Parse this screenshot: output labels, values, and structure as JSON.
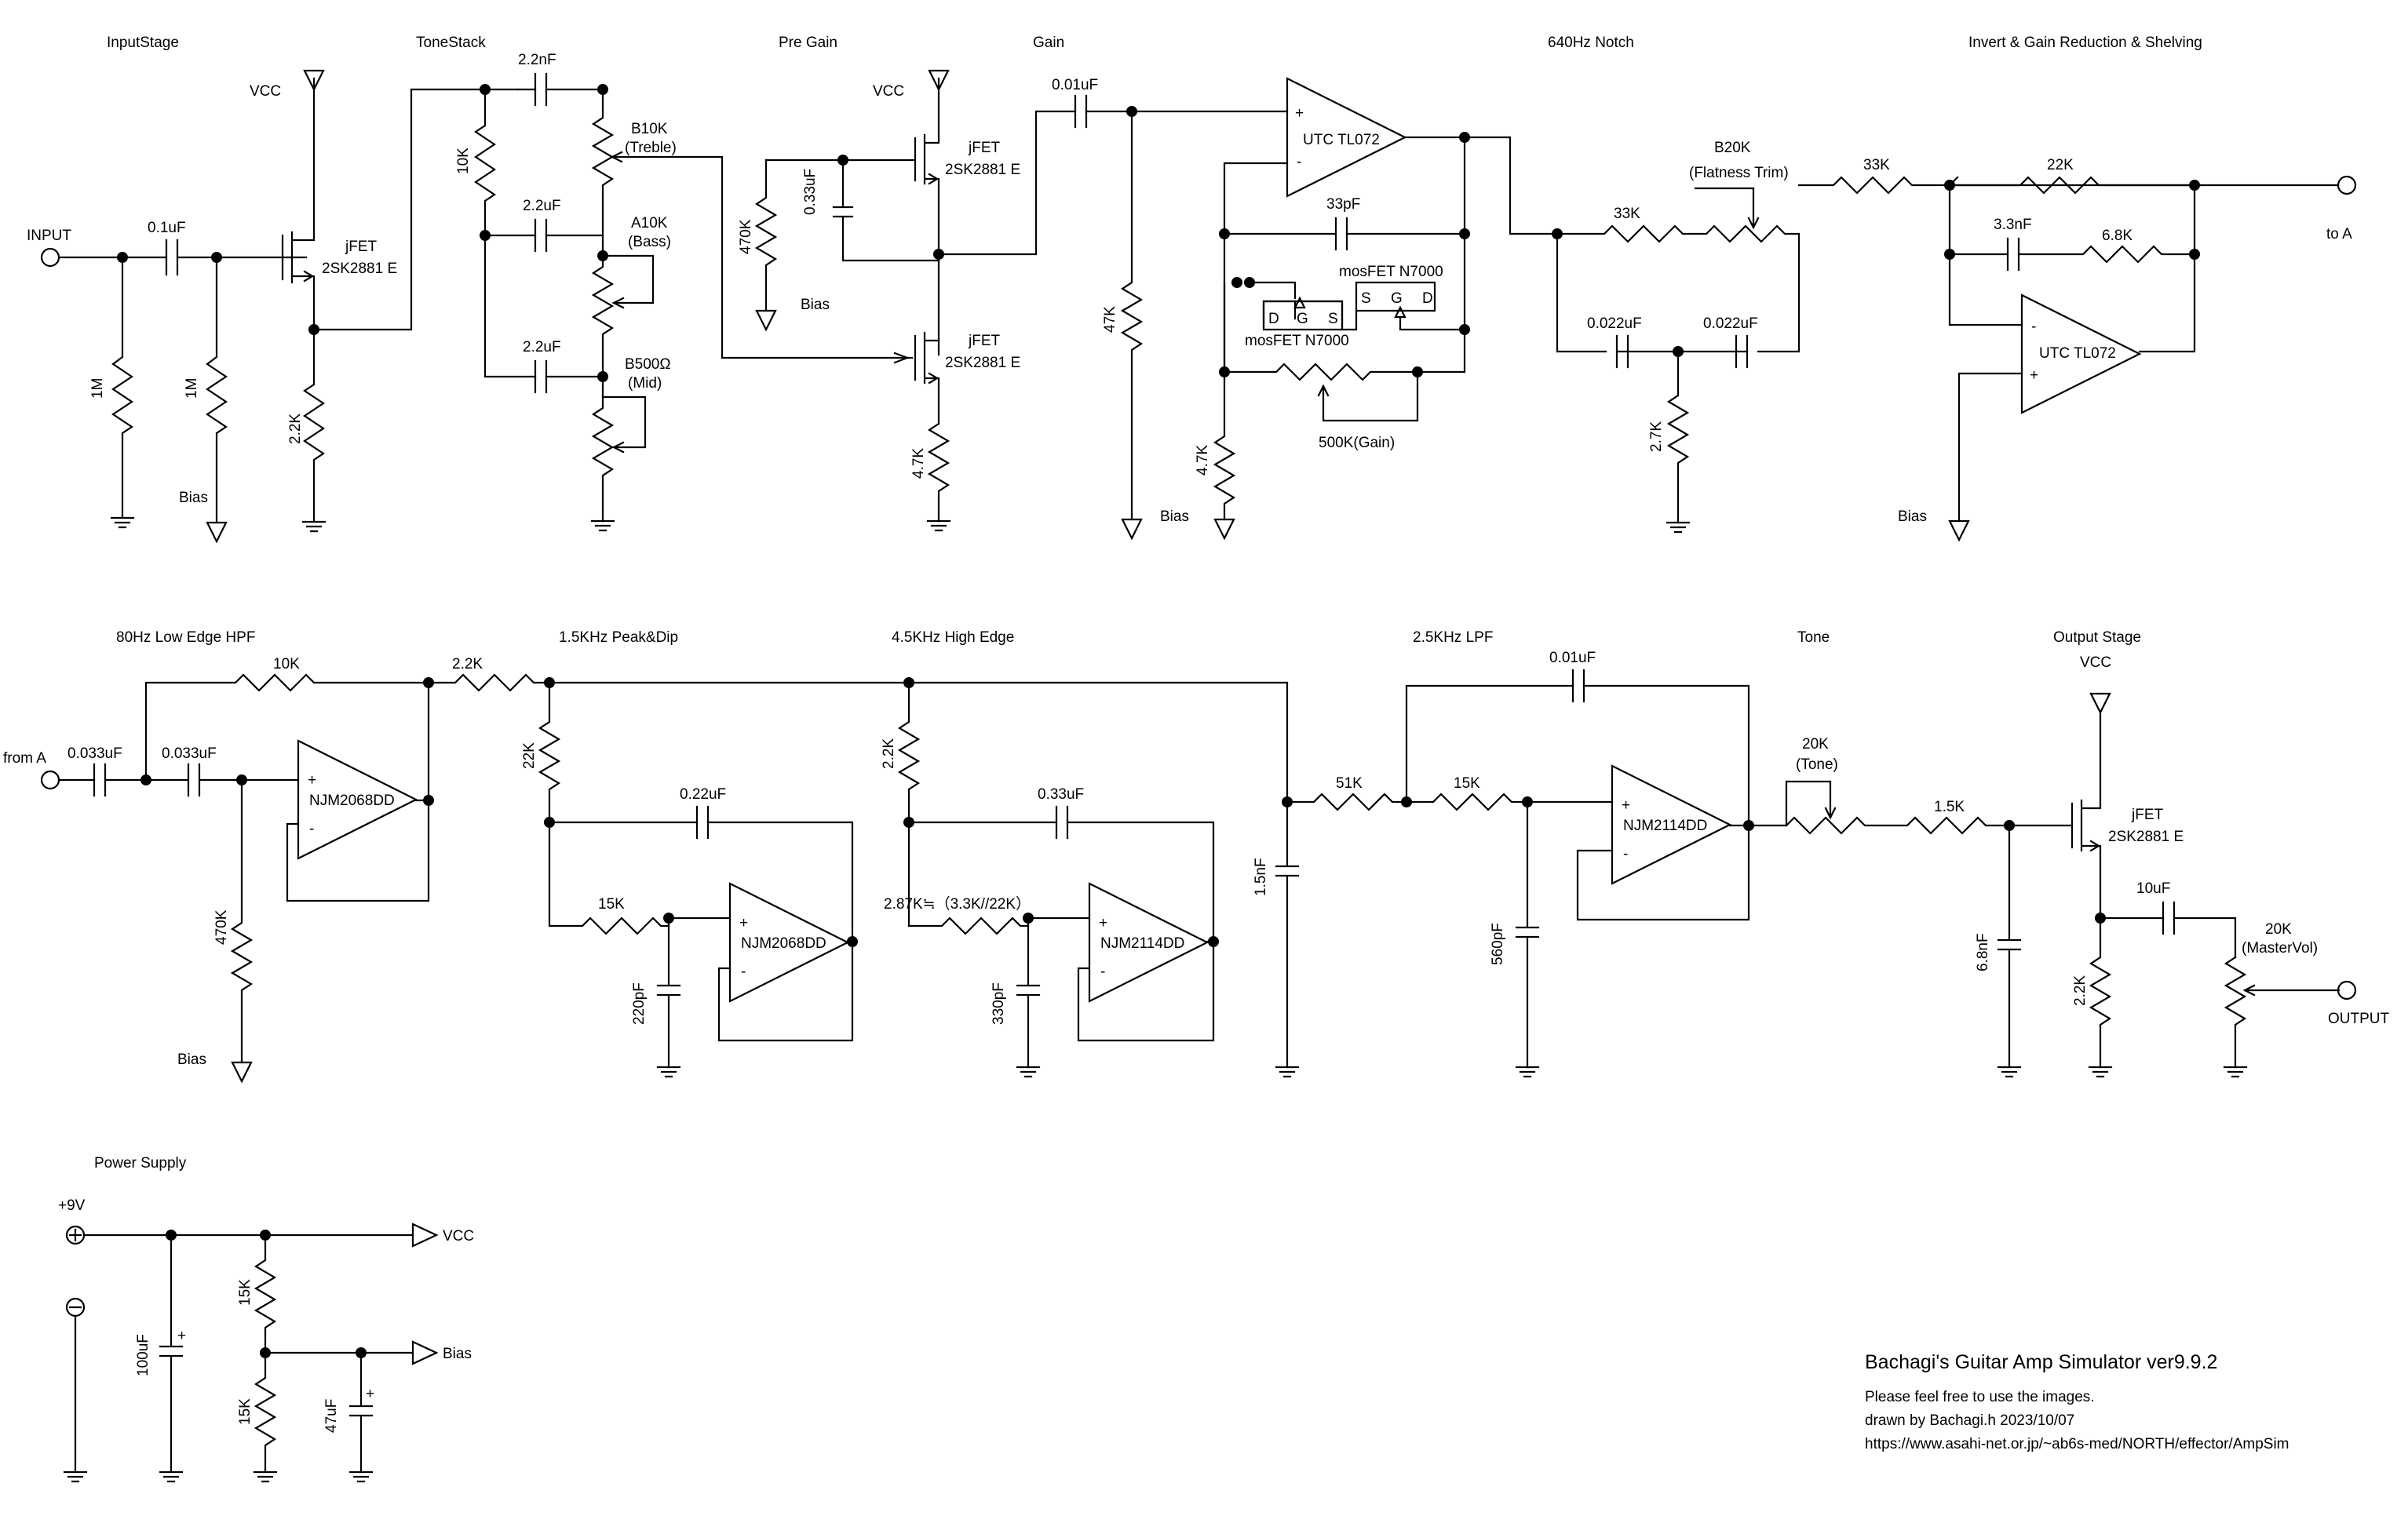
{
  "sections": {
    "input_stage": "InputStage",
    "tone_stack": "ToneStack",
    "pre_gain": "Pre Gain",
    "gain": "Gain",
    "notch": "640Hz Notch",
    "invert": "Invert & Gain Reduction & Shelving",
    "hpf": "80Hz Low Edge HPF",
    "peak": "1.5KHz Peak&Dip",
    "high_edge": "4.5KHz High Edge",
    "lpf": "2.5KHz LPF",
    "tone": "Tone",
    "output": "Output Stage",
    "power": "Power Supply"
  },
  "ports": {
    "input": "INPUT",
    "output": "OUTPUT",
    "to_a": "to A",
    "from_a": "from A",
    "vcc": "VCC",
    "bias": "Bias",
    "plus9v": "+9V"
  },
  "parts": {
    "jfet": "jFET",
    "jfet_model": "2SK2881 E",
    "opamp_tl072": "UTC TL072",
    "opamp_2068": "NJM2068DD",
    "opamp_2114": "NJM2114DD",
    "mosfet": "mosFET N7000",
    "pin_d": "D",
    "pin_g": "G",
    "pin_s": "S",
    "plus": "+",
    "minus": "-",
    "electrolytic_plus": "+"
  },
  "values": {
    "c_01u": "0.1uF",
    "r_1m": "1M",
    "r_2_2k": "2.2K",
    "c_2_2n": "2.2nF",
    "r_10k": "10K",
    "c_2_2u": "2.2uF",
    "pot_treble": "B10K",
    "pot_treble_name": "(Treble)",
    "pot_bass": "A10K",
    "pot_bass_name": "(Bass)",
    "pot_mid": "B500Ω",
    "pot_mid_name": "(Mid)",
    "r_470k": "470K",
    "c_033u": "0.33uF",
    "r_4_7k": "4.7K",
    "c_001u": "0.01uF",
    "r_47k": "47K",
    "c_33p": "33pF",
    "pot_gain": "500K(Gain)",
    "pot_flat": "B20K",
    "pot_flat_name": "(Flatness Trim)",
    "r_33k": "33K",
    "c_0022u": "0.022uF",
    "r_2_7k": "2.7K",
    "r_22k": "22K",
    "c_3_3n": "3.3nF",
    "r_6_8k": "6.8K",
    "c_0033u": "0.033uF",
    "c_022u": "0.22uF",
    "r_15k": "15K",
    "c_220p": "220pF",
    "r_2_87k": "2.87K≒（3.3K//22K）",
    "c_330p": "330pF",
    "c_1_5n": "1.5nF",
    "r_51k": "51K",
    "c_560p": "560pF",
    "pot_tone": "20K",
    "pot_tone_name": "(Tone)",
    "r_1_5k": "1.5K",
    "c_6_8n": "6.8nF",
    "c_10u": "10uF",
    "pot_master": "20K",
    "pot_master_name": "(MasterVol)",
    "c_100u": "100uF",
    "c_47u": "47uF"
  },
  "credits": {
    "title": "Bachagi's Guitar Amp Simulator ver9.9.2",
    "free": "Please feel free to use the images.",
    "drawn": "drawn by Bachagi.h 2023/10/07",
    "url": "https://www.asahi-net.or.jp/~ab6s-med/NORTH/effector/AmpSim"
  }
}
